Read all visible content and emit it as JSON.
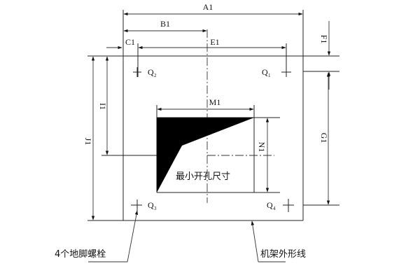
{
  "diagram": {
    "dimensions": {
      "A1": "A1",
      "B1": "B1",
      "C1": "C1",
      "E1": "E1",
      "F1": "F1",
      "G1": "G1",
      "I1": "I1",
      "J1": "J1",
      "M1": "M1",
      "N1": "N1"
    },
    "bolts": [
      {
        "label": "Q",
        "sub": "2"
      },
      {
        "label": "Q",
        "sub": "1"
      },
      {
        "label": "Q",
        "sub": "3"
      },
      {
        "label": "Q",
        "sub": "4"
      }
    ],
    "opening_label": "最小开孔尺寸",
    "callouts": {
      "anchor_bolts": "4个地脚螺栓",
      "frame_outline": "机架外形线"
    },
    "colors": {
      "line": "#222222",
      "fill_black": "#000000",
      "background": "#ffffff"
    }
  }
}
